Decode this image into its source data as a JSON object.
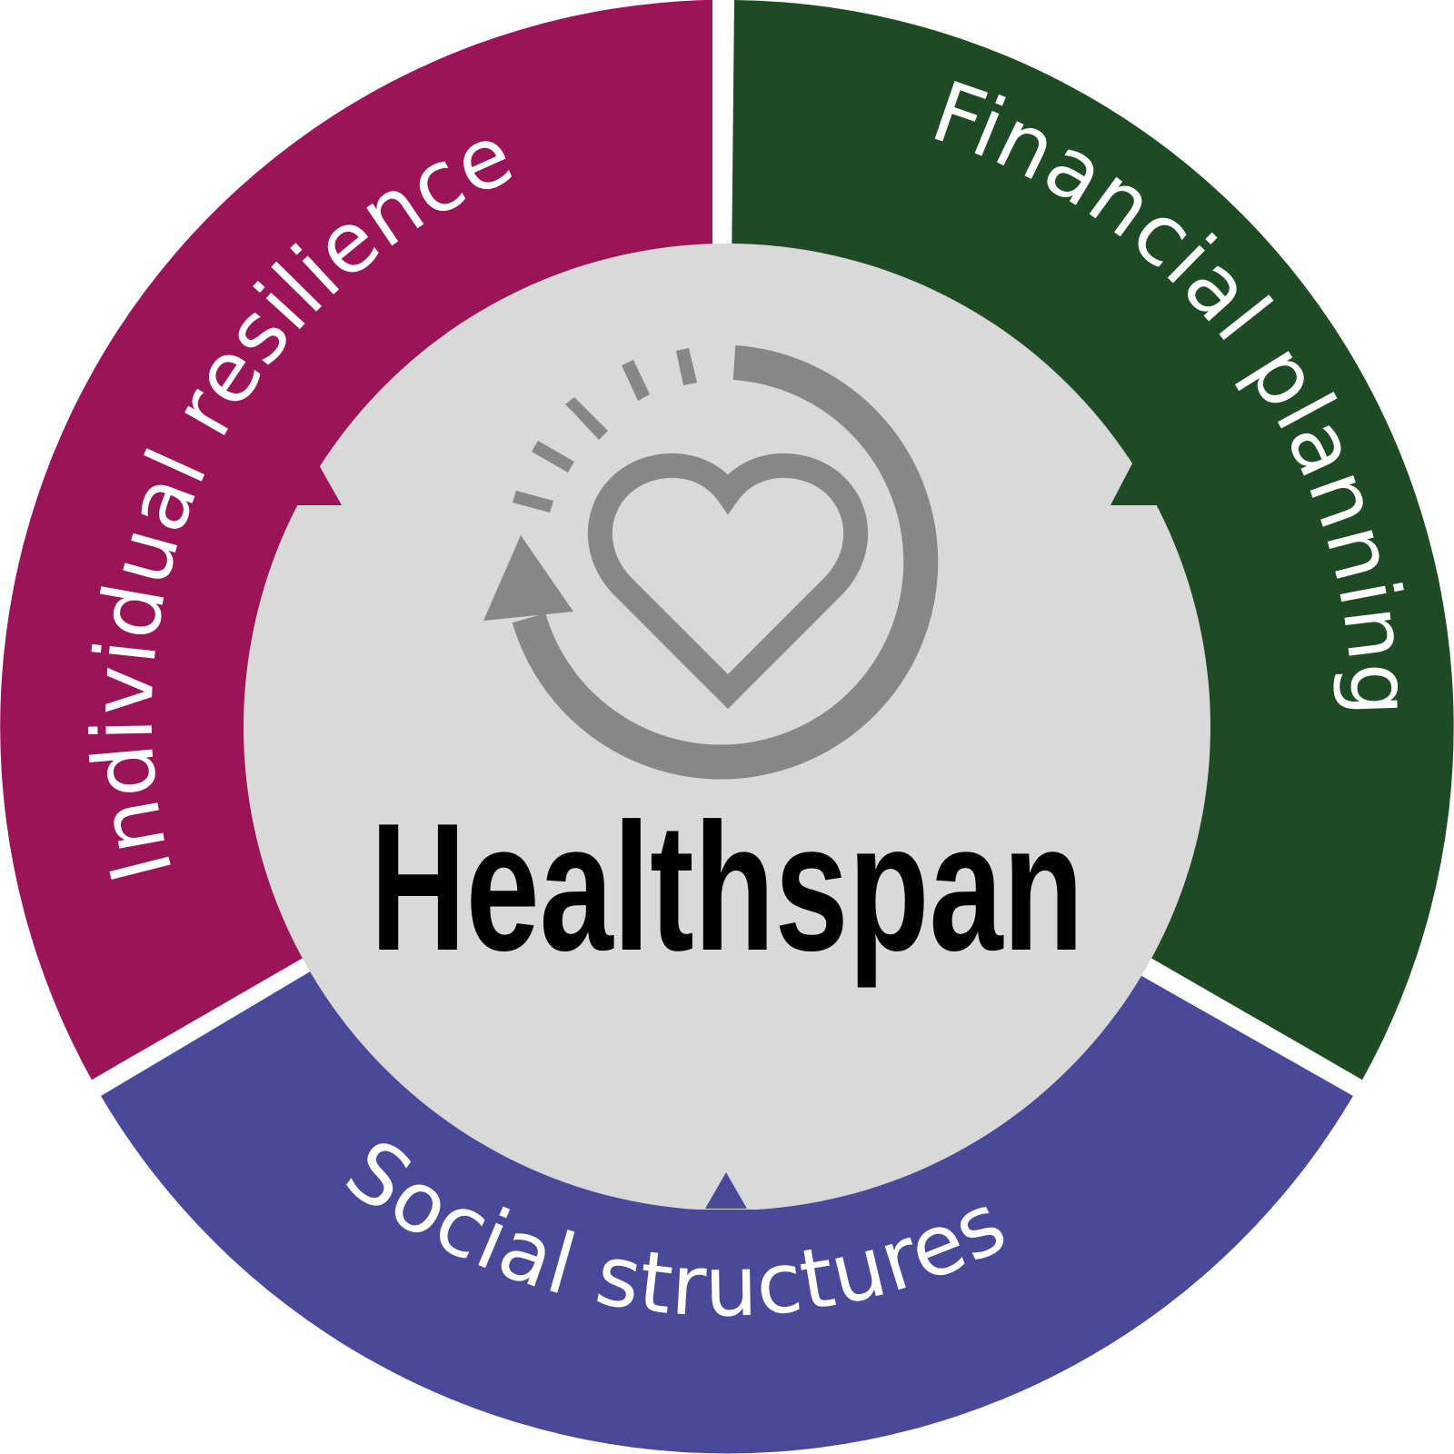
{
  "diagram": {
    "center": {
      "title": "Healthspan",
      "icon": "heart-cycle-icon",
      "background": "#d9d9d9",
      "icon_color": "#878787"
    },
    "segments": [
      {
        "label": "Individual resilience",
        "color": "#9c1458",
        "position": "left"
      },
      {
        "label": "Financial planning",
        "color": "#1e4a24",
        "position": "right"
      },
      {
        "label": "Social structures",
        "color": "#4a4898",
        "position": "bottom"
      }
    ],
    "separator_color": "#ffffff"
  }
}
